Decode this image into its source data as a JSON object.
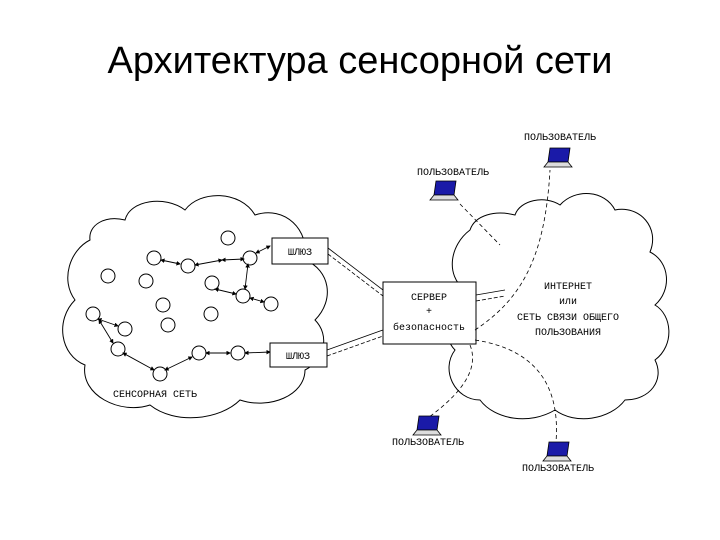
{
  "title": "Архитектура сенсорной сети",
  "labels": {
    "sensor_network": "СЕНСОРНАЯ СЕТЬ",
    "gateway_top": "ШЛЮЗ",
    "gateway_bottom": "ШЛЮЗ",
    "server_line1": "СЕРВЕР",
    "server_line2": "+",
    "server_line3": "безопасность",
    "internet_line1": "ИНТЕРНЕТ",
    "internet_line2": "или",
    "internet_line3": "СЕТЬ СВЯЗИ ОБЩЕГО",
    "internet_line4": "ПОЛЬЗОВАНИЯ",
    "user_top_right": "ПОЛЬЗОВАТЕЛЬ",
    "user_top_left": "ПОЛЬЗОВАТЕЛЬ",
    "user_bottom_left": "ПОЛЬЗОВАТЕЛЬ",
    "user_bottom_right": "ПОЛЬЗОВАТЕЛЬ"
  },
  "colors": {
    "laptop_screen": "#1a1aa8",
    "line": "#000000"
  },
  "icons": [
    "laptop-icon"
  ]
}
